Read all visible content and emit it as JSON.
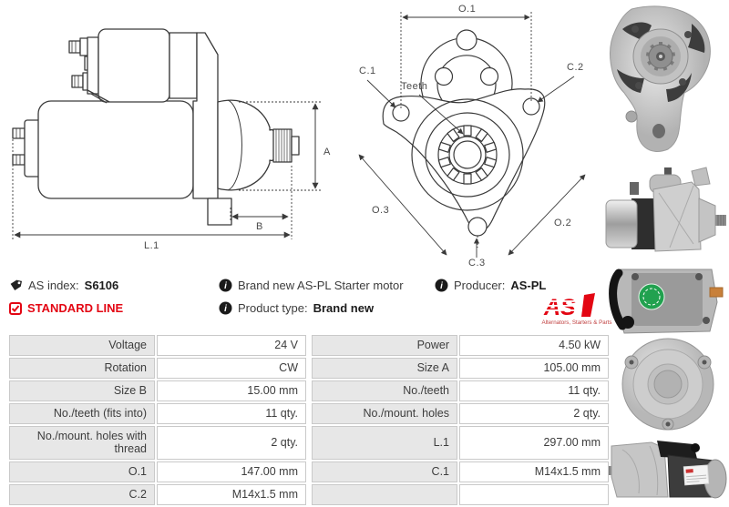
{
  "info": {
    "as_index": {
      "label": "AS index:",
      "value": "S6106"
    },
    "standard_line": "STANDARD LINE",
    "description": "Brand new AS-PL Starter motor",
    "product_type": {
      "label": "Product type:",
      "value": "Brand new"
    },
    "producer": {
      "label": "Producer:",
      "value": "AS-PL"
    },
    "logo": {
      "text": "AS",
      "tagline": "Alternators, Starters & Parts"
    }
  },
  "colors": {
    "brand_red": "#e30613",
    "table_label_bg": "#e7e7e7",
    "table_border": "#c9c9c9",
    "drawing_line": "#3a3a3a",
    "sticker_green": "#21a14f"
  },
  "diagrams": {
    "side_view": {
      "dim_a": "A",
      "dim_b": "B",
      "dim_l1": "L.1"
    },
    "front_view": {
      "dim_o1": "O.1",
      "dim_o2": "O.2",
      "dim_o3": "O.3",
      "dim_c1": "C.1",
      "dim_c2": "C.2",
      "dim_c3": "C.3",
      "teeth_label": "Teeth"
    }
  },
  "spec_table": {
    "rows": [
      {
        "l1": "Voltage",
        "v1": "24 V",
        "l2": "Power",
        "v2": "4.50 kW"
      },
      {
        "l1": "Rotation",
        "v1": "CW",
        "l2": "Size A",
        "v2": "105.00 mm"
      },
      {
        "l1": "Size B",
        "v1": "15.00 mm",
        "l2": "No./teeth",
        "v2": "11 qty."
      },
      {
        "l1": "No./teeth (fits into)",
        "v1": "11 qty.",
        "l2": "No./mount. holes",
        "v2": "2 qty."
      },
      {
        "l1": "No./mount. holes with thread",
        "v1": "2 qty.",
        "l2": "L.1",
        "v2": "297.00 mm"
      },
      {
        "l1": "O.1",
        "v1": "147.00 mm",
        "l2": "C.1",
        "v2": "M14x1.5 mm"
      },
      {
        "l1": "C.2",
        "v1": "M14x1.5 mm",
        "l2": "",
        "v2": ""
      }
    ]
  }
}
